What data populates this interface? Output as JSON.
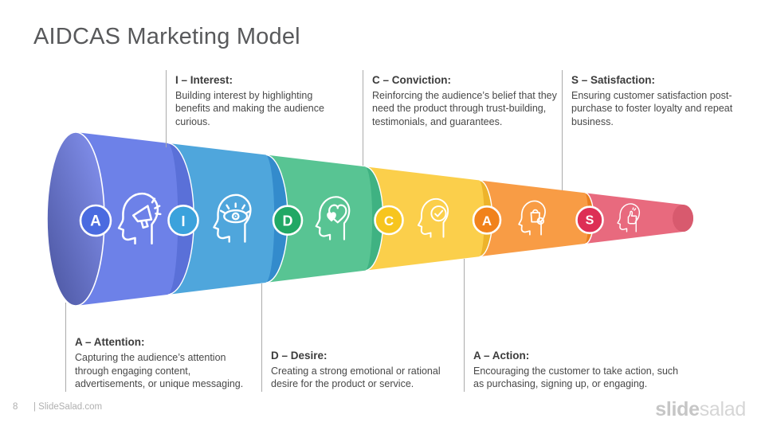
{
  "slide": {
    "title": "AIDCAS Marketing Model",
    "page_number": "8",
    "footer": "| SlideSalad.com",
    "brand": {
      "bold": "slide",
      "light": "salad"
    }
  },
  "funnel": {
    "outline_color": "#FFFFFF",
    "connector_color": "#ABABAB",
    "mouth_gradient_dark": "#4A549E",
    "mouth_gradient_light": "#8694F2"
  },
  "stages": [
    {
      "letter": "A",
      "heading": "A – Attention:",
      "description": "Capturing the audience’s attention through engaging content, advertisements, or unique messaging.",
      "label_position": "bottom",
      "body_color": "#6D81E8",
      "cap_color": "#5A70D8",
      "badge_color": "#4A6BE0",
      "icon": "attention-megaphone-icon"
    },
    {
      "letter": "I",
      "heading": "I – Interest:",
      "description": "Building interest by highlighting benefits and making the audience curious.",
      "label_position": "top",
      "body_color": "#4FA6DC",
      "cap_color": "#338BCC",
      "badge_color": "#3BA2DC",
      "icon": "interest-eye-icon"
    },
    {
      "letter": "D",
      "heading": "D – Desire:",
      "description": "Creating a strong emotional or rational desire for the product or service.",
      "label_position": "bottom",
      "body_color": "#58C493",
      "cap_color": "#3FB282",
      "badge_color": "#21A865",
      "icon": "desire-hearts-icon"
    },
    {
      "letter": "C",
      "heading": "C – Conviction:",
      "description": "Reinforcing the audience’s belief that they need the product through trust-building, testimonials, and guarantees.",
      "label_position": "top",
      "body_color": "#FBCF4B",
      "cap_color": "#EDB32B",
      "badge_color": "#F7C51E",
      "icon": "conviction-check-icon"
    },
    {
      "letter": "A",
      "heading": "A – Action:",
      "description": "Encouraging the customer to take action, such as purchasing, signing up, or engaging.",
      "label_position": "bottom",
      "body_color": "#F89C45",
      "cap_color": "#EA7E1E",
      "badge_color": "#F1821B",
      "icon": "action-bag-icon"
    },
    {
      "letter": "S",
      "heading": "S – Satisfaction:",
      "description": "Ensuring customer satisfaction post-purchase to foster loyalty and repeat business.",
      "label_position": "top",
      "body_color": "#E86A7E",
      "cap_color": "#D85A6E",
      "badge_color": "#DD2F55",
      "icon": "satisfaction-thumbsup-icon"
    }
  ]
}
